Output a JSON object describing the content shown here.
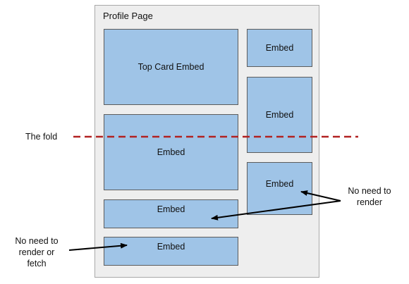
{
  "page": {
    "title": "Profile Page"
  },
  "embeds": {
    "top_card": "Top Card Embed",
    "main_middle": "Embed",
    "main_bottom_1": "Embed",
    "main_bottom_2": "Embed",
    "side_1": "Embed",
    "side_2": "Embed",
    "side_3": "Embed"
  },
  "fold": {
    "label": "The fold",
    "color": "#b22222"
  },
  "annotations": {
    "no_render_line1": "No need to",
    "no_render_line2": "render",
    "no_render_fetch_line1": "No need to",
    "no_render_fetch_line2": "render or",
    "no_render_fetch_line3": "fetch"
  },
  "colors": {
    "embed_fill": "#9fc4e7",
    "embed_border": "#5c5c5c",
    "page_fill": "#eeeeee"
  }
}
